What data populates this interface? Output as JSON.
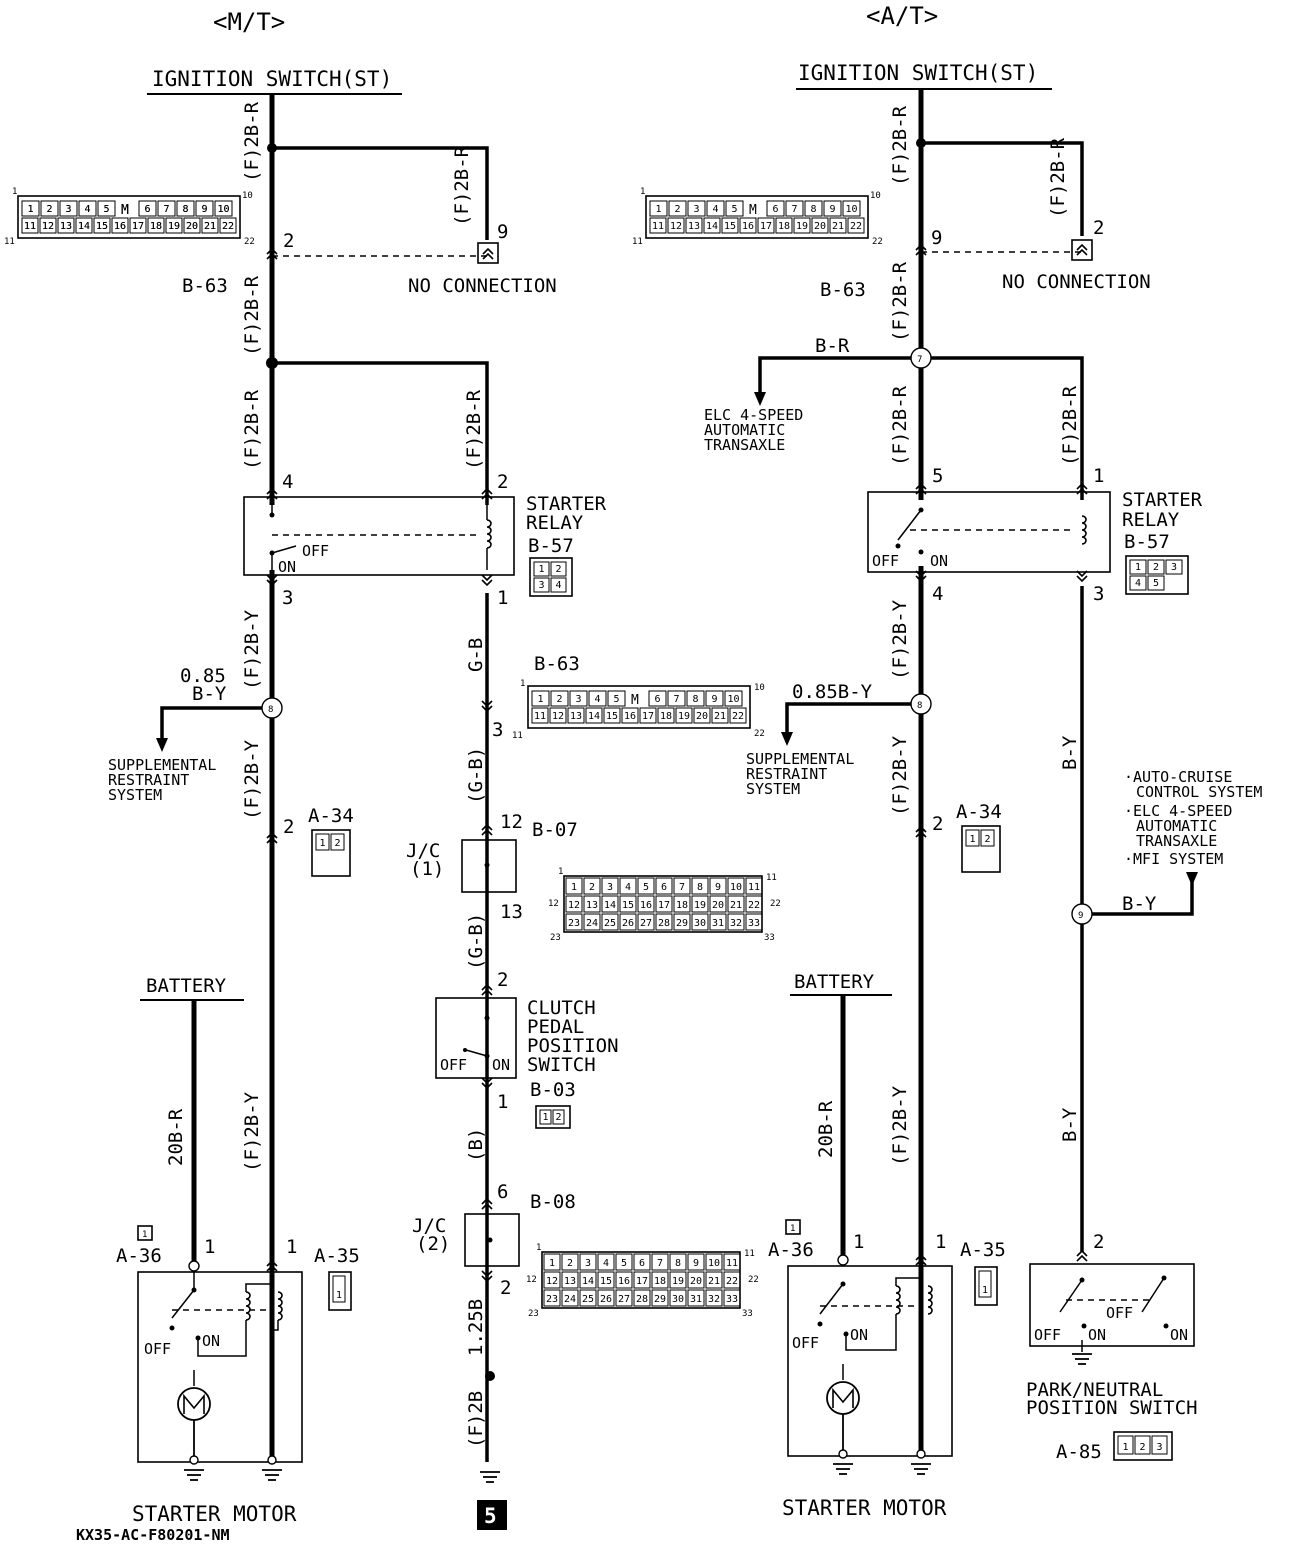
{
  "mt": {
    "heading": "<M/T>",
    "ignition_switch": "IGNITION SWITCH(ST)",
    "wire_f2br": "(F)2B-R",
    "wire_f2by": "(F)2B-Y",
    "conn_b63": "B-63",
    "conn_b63_pin_top": "2",
    "no_conn_pin": "9",
    "no_connection": "NO CONNECTION",
    "relay_pin_4": "4",
    "relay_pin_2": "2",
    "relay_pin_3": "3",
    "relay_pin_1": "1",
    "starter_relay_1": "STARTER",
    "starter_relay_2": "RELAY",
    "relay_conn": "B-57",
    "relay_off": "OFF",
    "relay_on": "ON",
    "srs_wire_1": "0.85",
    "srs_wire_2": "B-Y",
    "srs_1": "SUPPLEMENTAL",
    "srs_2": "RESTRAINT",
    "srs_3": "SYSTEM",
    "joint_8": "8",
    "a34_pin": "2",
    "a34": "A-34",
    "battery": "BATTERY",
    "wire_20br": "20B-R",
    "a36_mark": "1",
    "a36": "A-36",
    "a36_pin": "1",
    "a35": "A-35",
    "a35_pin": "1",
    "motor_off": "OFF",
    "motor_on": "ON",
    "starter_motor": "STARTER MOTOR",
    "wire_gb": "G-B",
    "wire_gb_f": "(G-B)",
    "b63_pin_3": "3",
    "b63_right": "B-63",
    "jc1_pin_12": "12",
    "jc1_pin_13": "13",
    "b07": "B-07",
    "jc1_1": "J/C",
    "jc1_2": "(1)",
    "clutch_pin_2": "2",
    "clutch_pin_1": "1",
    "clutch_1": "CLUTCH",
    "clutch_2": "PEDAL",
    "clutch_3": "POSITION",
    "clutch_4": "SWITCH",
    "clutch_conn": "B-03",
    "clutch_off": "OFF",
    "clutch_on": "ON",
    "wire_b": "(B)",
    "jc2_pin_6": "6",
    "jc2_pin_2": "2",
    "b08": "B-08",
    "jc2_1": "J/C",
    "jc2_2": "(2)",
    "wire_125b": "1.25B",
    "wire_f2b": "(F)2B",
    "page_mark": "5",
    "code": "KX35-AC-F80201-NM"
  },
  "at": {
    "heading": "<A/T>",
    "ignition_switch": "IGNITION SWITCH(ST)",
    "wire_f2br": "(F)2B-R",
    "wire_f2by": "(F)2B-Y",
    "conn_b63": "B-63",
    "conn_b63_pin_top": "9",
    "no_conn_pin": "2",
    "no_connection": "NO CONNECTION",
    "joint_7": "7",
    "wire_br": "B-R",
    "elc_1": "ELC 4-SPEED",
    "elc_2": "AUTOMATIC",
    "elc_3": "TRANSAXLE",
    "relay_pin_5": "5",
    "relay_pin_1": "1",
    "relay_pin_4": "4",
    "relay_pin_3": "3",
    "starter_relay_1": "STARTER",
    "starter_relay_2": "RELAY",
    "relay_conn": "B-57",
    "relay_off": "OFF",
    "relay_on": "ON",
    "srs_wire": "0.85B-Y",
    "srs_1": "SUPPLEMENTAL",
    "srs_2": "RESTRAINT",
    "srs_3": "SYSTEM",
    "joint_8": "8",
    "wire_by": "B-Y",
    "a34_pin": "2",
    "a34": "A-34",
    "cruise_1": "·AUTO-CRUISE",
    "cruise_2": "CONTROL SYSTEM",
    "cruise_3": "·ELC 4-SPEED",
    "cruise_4": "AUTOMATIC",
    "cruise_5": "TRANSAXLE",
    "cruise_6": "·MFI SYSTEM",
    "joint_9": "9",
    "battery": "BATTERY",
    "wire_20br": "20B-R",
    "a36_mark": "1",
    "a36": "A-36",
    "a36_pin": "1",
    "a35": "A-35",
    "a35_pin": "1",
    "motor_off": "OFF",
    "motor_on": "ON",
    "starter_motor": "STARTER MOTOR",
    "pn_pin": "2",
    "pn_off_1": "OFF",
    "pn_on_1": "ON",
    "pn_off_2": "OFF",
    "pn_on_2": "ON",
    "pn_1": "PARK/NEUTRAL",
    "pn_2": "POSITION SWITCH",
    "a85": "A-85"
  },
  "connectors": {
    "row22_top": [
      "1",
      "2",
      "3",
      "4",
      "5",
      "6",
      "7",
      "8",
      "9",
      "10"
    ],
    "row22_bot": [
      "11",
      "12",
      "13",
      "14",
      "15",
      "16",
      "17",
      "18",
      "19",
      "20",
      "21",
      "22"
    ],
    "row33_a": [
      "1",
      "2",
      "3",
      "4",
      "5",
      "6",
      "7",
      "8",
      "9",
      "10",
      "11"
    ],
    "row33_b": [
      "12",
      "13",
      "14",
      "15",
      "16",
      "17",
      "18",
      "19",
      "20",
      "21",
      "22"
    ],
    "row33_c": [
      "23",
      "24",
      "25",
      "26",
      "27",
      "28",
      "29",
      "30",
      "31",
      "32",
      "33"
    ],
    "end_1": "1",
    "end_10": "10",
    "end_11": "11",
    "end_22": "22",
    "end_23": "23",
    "end_33": "33",
    "relay4": [
      "1",
      "2",
      "3",
      "4"
    ],
    "relay5": [
      "1",
      "2",
      "3",
      "4",
      "5"
    ],
    "a34": [
      "1",
      "2"
    ],
    "b03": [
      "1",
      "2"
    ],
    "a35": [
      "1"
    ],
    "a85": [
      "1",
      "2",
      "3"
    ]
  }
}
